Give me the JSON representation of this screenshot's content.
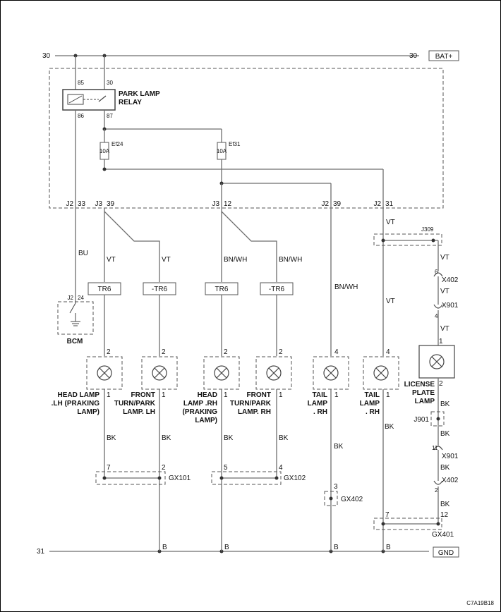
{
  "rails": {
    "power_left": "30",
    "power_right": "30",
    "power_label": "BAT+",
    "ground_left": "31",
    "ground_label": "GND"
  },
  "relay": {
    "name_line1": "PARK LAMP",
    "name_line2": "RELAY",
    "pin_85": "85",
    "pin_86": "86",
    "pin_30": "30",
    "pin_87": "87"
  },
  "fuses": [
    {
      "name": "Ef24",
      "rating": "10A"
    },
    {
      "name": "Ef31",
      "rating": "10A"
    }
  ],
  "connectors": {
    "c1": "J2",
    "p1": "33",
    "c2": "J3",
    "p2": "39",
    "c3": "J3",
    "p3": "12",
    "c4": "J2",
    "p4": "39",
    "c5": "J2",
    "p5": "31",
    "bcm_conn": "J2",
    "bcm_pin": "24",
    "bcm": "BCM",
    "j309": "J309",
    "x402": "X402",
    "x901": "X901",
    "j901": "J901",
    "x901_b": "X901",
    "x402_b": "X402"
  },
  "wire_colors": {
    "bu": "BU",
    "vt1": "VT",
    "vt2": "VT",
    "bnwh1": "BN/WH",
    "bnwh2": "BN/WH",
    "bnwh3": "BN/WH",
    "vt3": "VT",
    "vt_j309_in": "VT",
    "vt_j309_out": "VT",
    "vt_x402": "VT",
    "vt_x901": "VT",
    "bk1": "BK",
    "bk2": "BK",
    "bk3": "BK",
    "bk4": "BK",
    "bk5": "BK",
    "bk6": "BK",
    "bk_lic": "BK",
    "bk_j901": "BK",
    "bk_x901": "BK",
    "bk_x402": "BK"
  },
  "tr_boxes": [
    "TR6",
    "-TR6",
    "TR6",
    "-TR6"
  ],
  "lamps": [
    {
      "pin_top": "2",
      "pin_bottom": "1",
      "lines": [
        "HEAD LAMP",
        ".LH (PRAKING",
        "LAMP)"
      ]
    },
    {
      "pin_top": "2",
      "pin_bottom": "1",
      "lines": [
        "FRONT",
        "TURN/PARK",
        "LAMP. LH"
      ]
    },
    {
      "pin_top": "2",
      "pin_bottom": "1",
      "lines": [
        "HEAD",
        "LAMP .RH",
        "(PRAKING",
        "LAMP)"
      ]
    },
    {
      "pin_top": "2",
      "pin_bottom": "1",
      "lines": [
        "FRONT",
        "TURN/PARK",
        "LAMP. RH"
      ]
    },
    {
      "pin_top": "4",
      "pin_bottom": "1",
      "lines": [
        "TAIL",
        "LAMP",
        ". RH"
      ]
    },
    {
      "pin_top": "4",
      "pin_bottom": "1",
      "lines": [
        "TAIL",
        "LAMP",
        ". RH"
      ]
    },
    {
      "pin_top": "1",
      "pin_bottom": "2",
      "lines": [
        "LICENSE",
        "PLATE",
        "LAMP"
      ]
    }
  ],
  "inline_pins": {
    "x402_top": "6",
    "x901_top": "4",
    "x901_bottom": "11",
    "x402_bottom": "2"
  },
  "grounds": {
    "gx101": "GX101",
    "gx101_a": "7",
    "gx101_b": "2",
    "gx102": "GX102",
    "gx102_a": "5",
    "gx102_b": "4",
    "gx402": "GX402",
    "gx402_a": "3",
    "gx401": "GX401",
    "gx401_a": "7",
    "gx401_b": "12",
    "b1": "B",
    "b2": "B",
    "b3": "B",
    "b4": "B"
  },
  "figure_id": "C7A19B18"
}
